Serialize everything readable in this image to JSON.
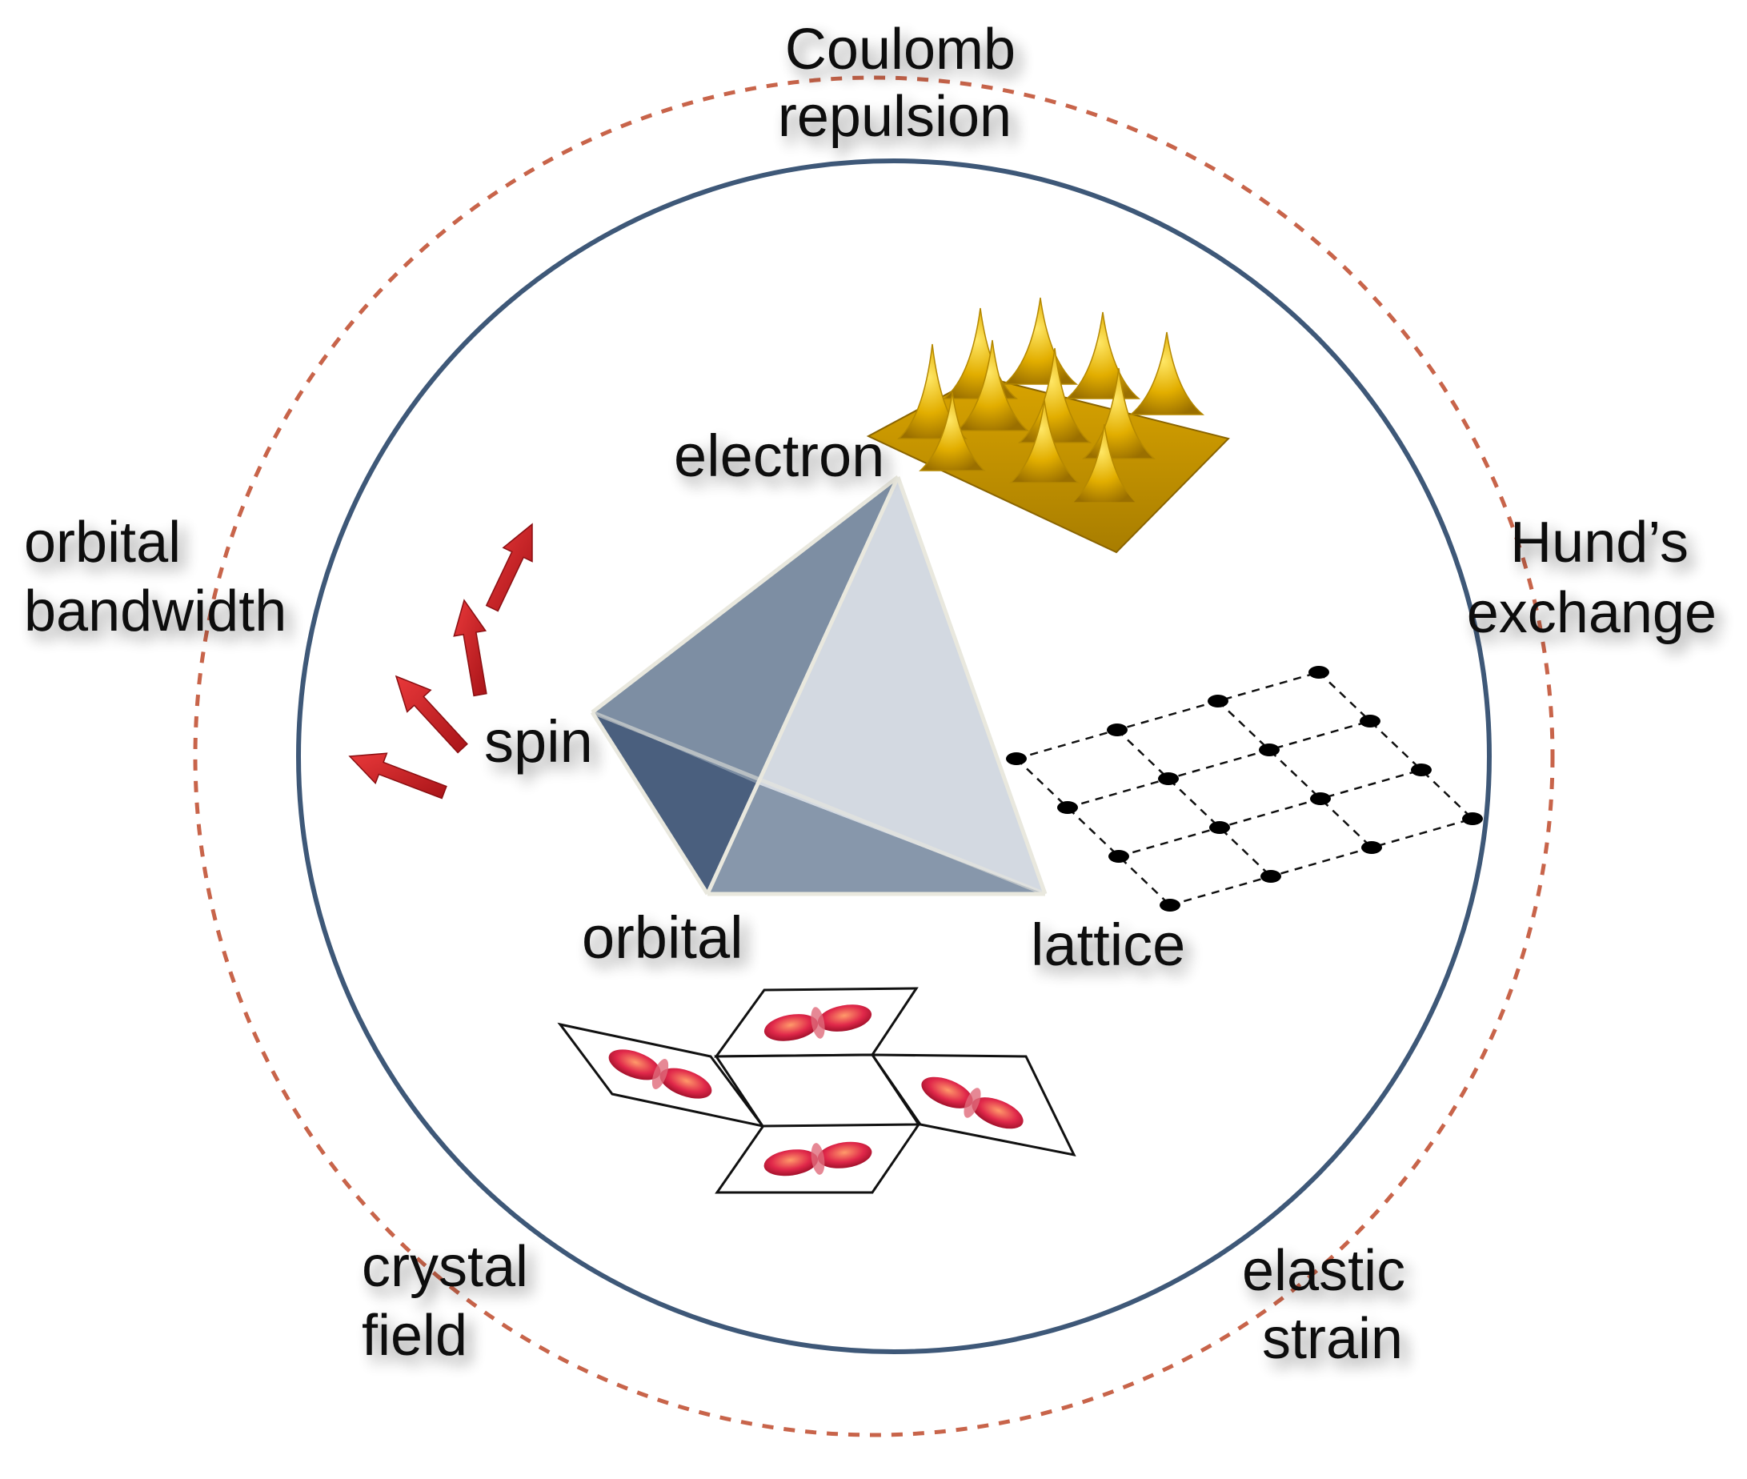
{
  "concepts": {
    "electron": "electron",
    "spin": "spin",
    "orbital": "orbital",
    "lattice": "lattice"
  },
  "interactions": {
    "coulomb": {
      "line1": "Coulomb",
      "line2": "repulsion"
    },
    "hunds": {
      "line1": "Hund’s",
      "line2": "exchange"
    },
    "bandwidth": {
      "line1": "orbital",
      "line2": "bandwidth"
    },
    "crystal": {
      "line1": "crystal",
      "line2": "field"
    },
    "strain": {
      "line1": "elastic",
      "line2": "strain"
    }
  },
  "colors": {
    "outer_ring": "#c8644a",
    "inner_ring": "#3e5878",
    "tetra_light": "#d3d9e1",
    "tetra_mid": "#7d8ea3",
    "tetra_dark": "#4a5f7e",
    "tetra_bottom": "#9aa8ba",
    "arrow": "#cc1f24",
    "electron_wave": "#d9a400",
    "orbital_lobe": "#d8204a"
  },
  "icons": [
    "spin-arrow-icon",
    "lattice-grid-icon",
    "orbital-tiles-icon",
    "electron-wave-icon"
  ]
}
